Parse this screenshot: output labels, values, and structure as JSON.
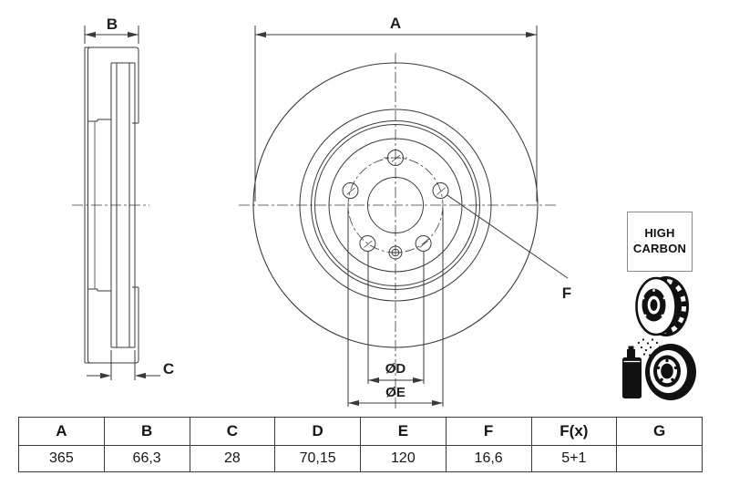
{
  "page": {
    "background": "#ffffff",
    "line_color": "#3a3a3a",
    "icon_color": "#111111"
  },
  "drawing": {
    "side_view": {
      "dim_b_label": "B",
      "dim_c_label": "C"
    },
    "front_view": {
      "dim_a_label": "A",
      "dim_d_label": "ØD",
      "dim_e_label": "ØE",
      "hole_ref_label": "F"
    }
  },
  "badge": {
    "line1": "HIGH",
    "line2": "CARBON"
  },
  "icons": [
    {
      "name": "vented-disc-icon"
    },
    {
      "name": "coated-disc-spray-icon"
    }
  ],
  "spec_table": {
    "headers": [
      "A",
      "B",
      "C",
      "D",
      "E",
      "F",
      "F(x)",
      "G"
    ],
    "values": [
      "365",
      "66,3",
      "28",
      "70,15",
      "120",
      "16,6",
      "5+1",
      ""
    ]
  }
}
